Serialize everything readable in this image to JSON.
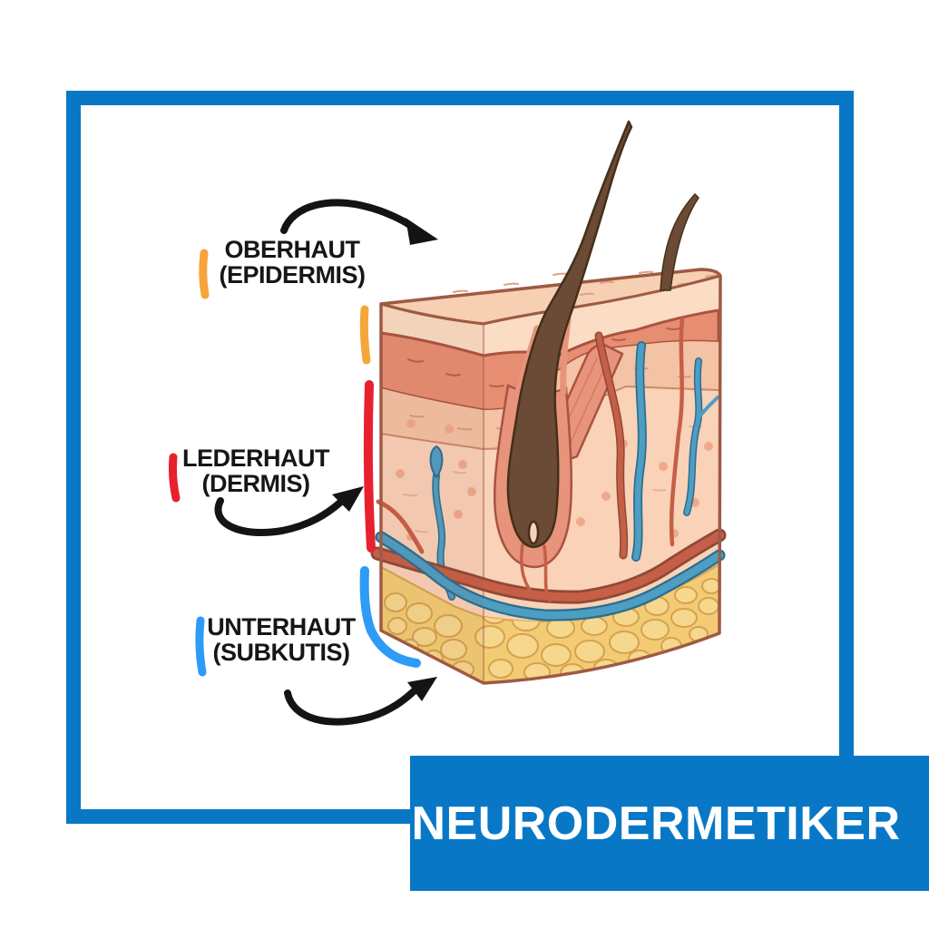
{
  "banner": {
    "text": "NEURODERMETIKER"
  },
  "labels": {
    "oberhaut": {
      "line1": "OBERHAUT",
      "line2": "(EPIDERMIS)"
    },
    "lederhaut": {
      "line1": "LEDERHAUT",
      "line2": "(DERMIS)"
    },
    "unterhaut": {
      "line1": "UNTERHAUT",
      "line2": "(SUBKUTIS)"
    }
  },
  "palette": {
    "brand-blue": "#0878C6",
    "banner-text": "#FFFFFF",
    "label-text": "#161616",
    "arrow-black": "#141414",
    "marker-orange": "#F6A53B",
    "marker-red": "#E8212E",
    "marker-blue": "#2E9BF7",
    "skin-top-face": "#F7CFB2",
    "skin-epidermis": "#FBDCC4",
    "skin-stratum-band": "#E78E72",
    "skin-papillary": "#F4C2A4",
    "skin-dermis": "#F9D2B8",
    "skin-outline": "#9E5A43",
    "fat-base": "#F3CB74",
    "fat-lobule": "#F6D78E",
    "fat-outline": "#D5A24E",
    "vessel-red": "#C65F47",
    "vessel-red-dark": "#8F4938",
    "vessel-blue": "#4E9EC4",
    "vessel-blue-dark": "#2C6E8E",
    "hair-brown": "#6B4B35",
    "hair-dark": "#443019",
    "follicle-sheath": "#E8937B",
    "sheath-outline": "#A85441"
  }
}
